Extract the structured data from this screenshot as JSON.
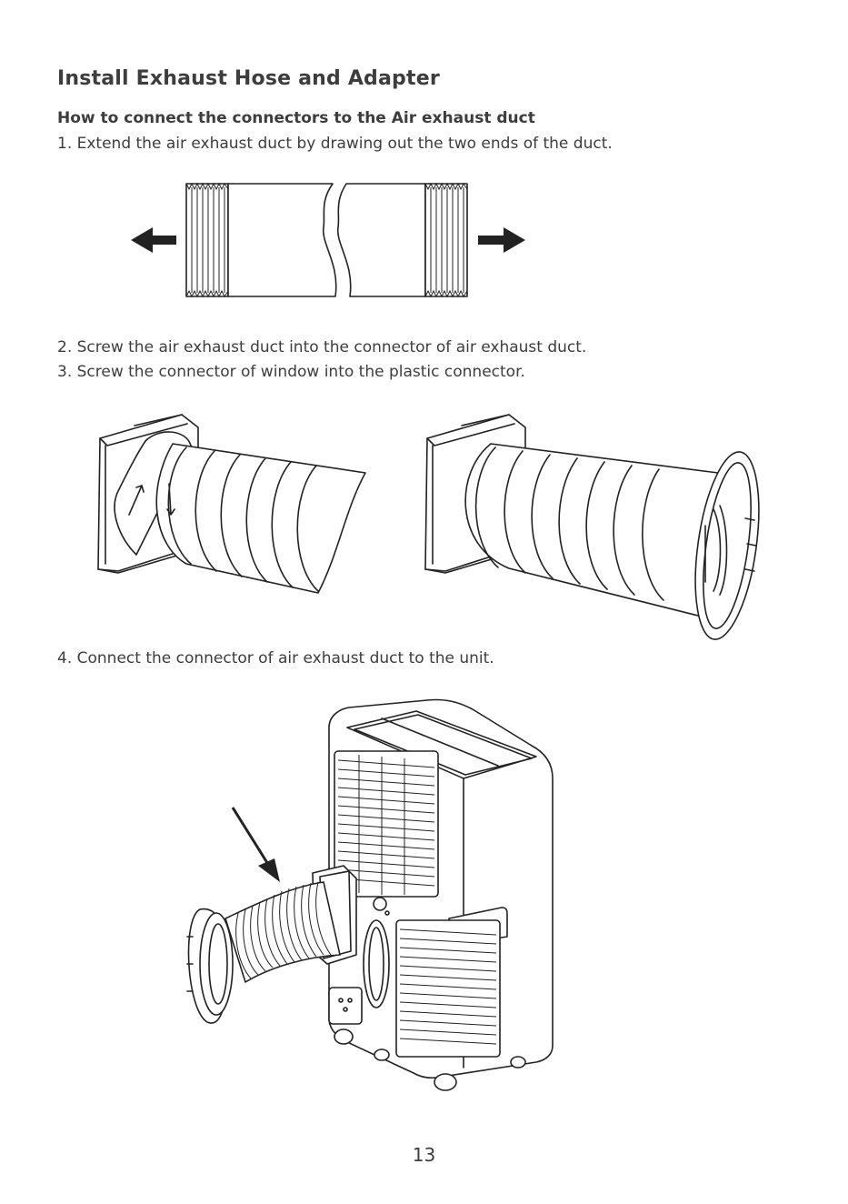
{
  "page": {
    "title": "Install Exhaust Hose and Adapter",
    "subtitle": "How to connect the connectors to the Air exhaust duct",
    "steps": [
      "1. Extend the air exhaust duct by drawing out the two ends of the duct.",
      "2. Screw the air exhaust duct into the connector of air exhaust duct.",
      "3. Screw the connector of window into the plastic connector.",
      "4. Connect the connector of air exhaust duct to the unit."
    ],
    "page_number": "13"
  },
  "icons": {
    "left": "arrow-left-icon",
    "right": "arrow-right-icon",
    "down": "arrow-down-right-icon"
  },
  "colors": {
    "ink": "#222222",
    "text": "#3d3d3d",
    "background": "#ffffff"
  }
}
